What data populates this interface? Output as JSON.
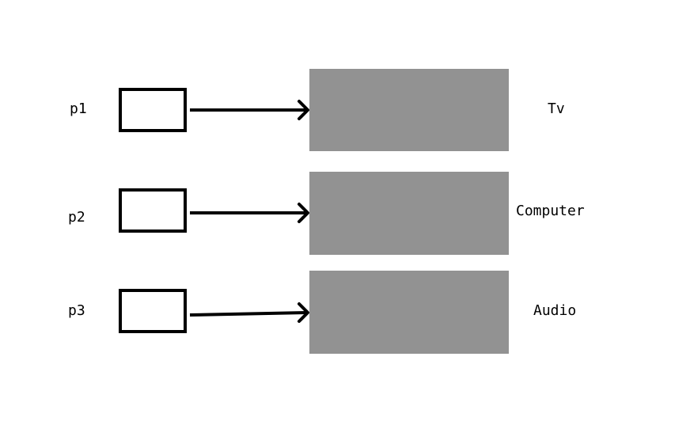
{
  "rows": [
    {
      "port": "p1",
      "device": "Tv"
    },
    {
      "port": "p2",
      "device": "Computer"
    },
    {
      "port": "p3",
      "device": "Audio"
    }
  ],
  "colors": {
    "block": "#929292",
    "stroke": "#000000",
    "background": "#ffffff"
  }
}
